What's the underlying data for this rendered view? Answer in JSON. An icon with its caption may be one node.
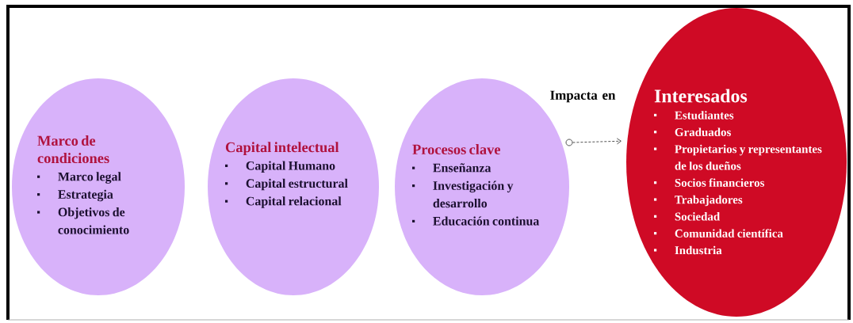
{
  "diagram": {
    "nodes": [
      {
        "text": [
          "Marco de condiciones",
          "Marco legal",
          "Estrategia",
          "Objetivos de conocimiento"
        ]
      },
      {
        "text": [
          "Capital intelectual",
          "Capital Humano",
          "Capital estructural",
          "Capital relacional"
        ]
      },
      {
        "text": [
          "Procesos clave",
          "Enseñanza",
          "Investigación y desarrollo",
          "Educación continua"
        ]
      },
      {
        "text": [],
        "shape": "circle"
      },
      {
        "text": [
          "Interesados",
          "Estudiantes",
          "Graduados",
          "Propietarios y representantes de los dueños",
          "Socios financieros",
          "Trabajadores",
          "Sociedad",
          "Comunidad científica",
          "Industria"
        ]
      }
    ],
    "edges": [
      {
        "from": 3,
        "to": 4,
        "arrow": "to",
        "label": "Impacta en",
        "style": "dashed"
      }
    ]
  }
}
